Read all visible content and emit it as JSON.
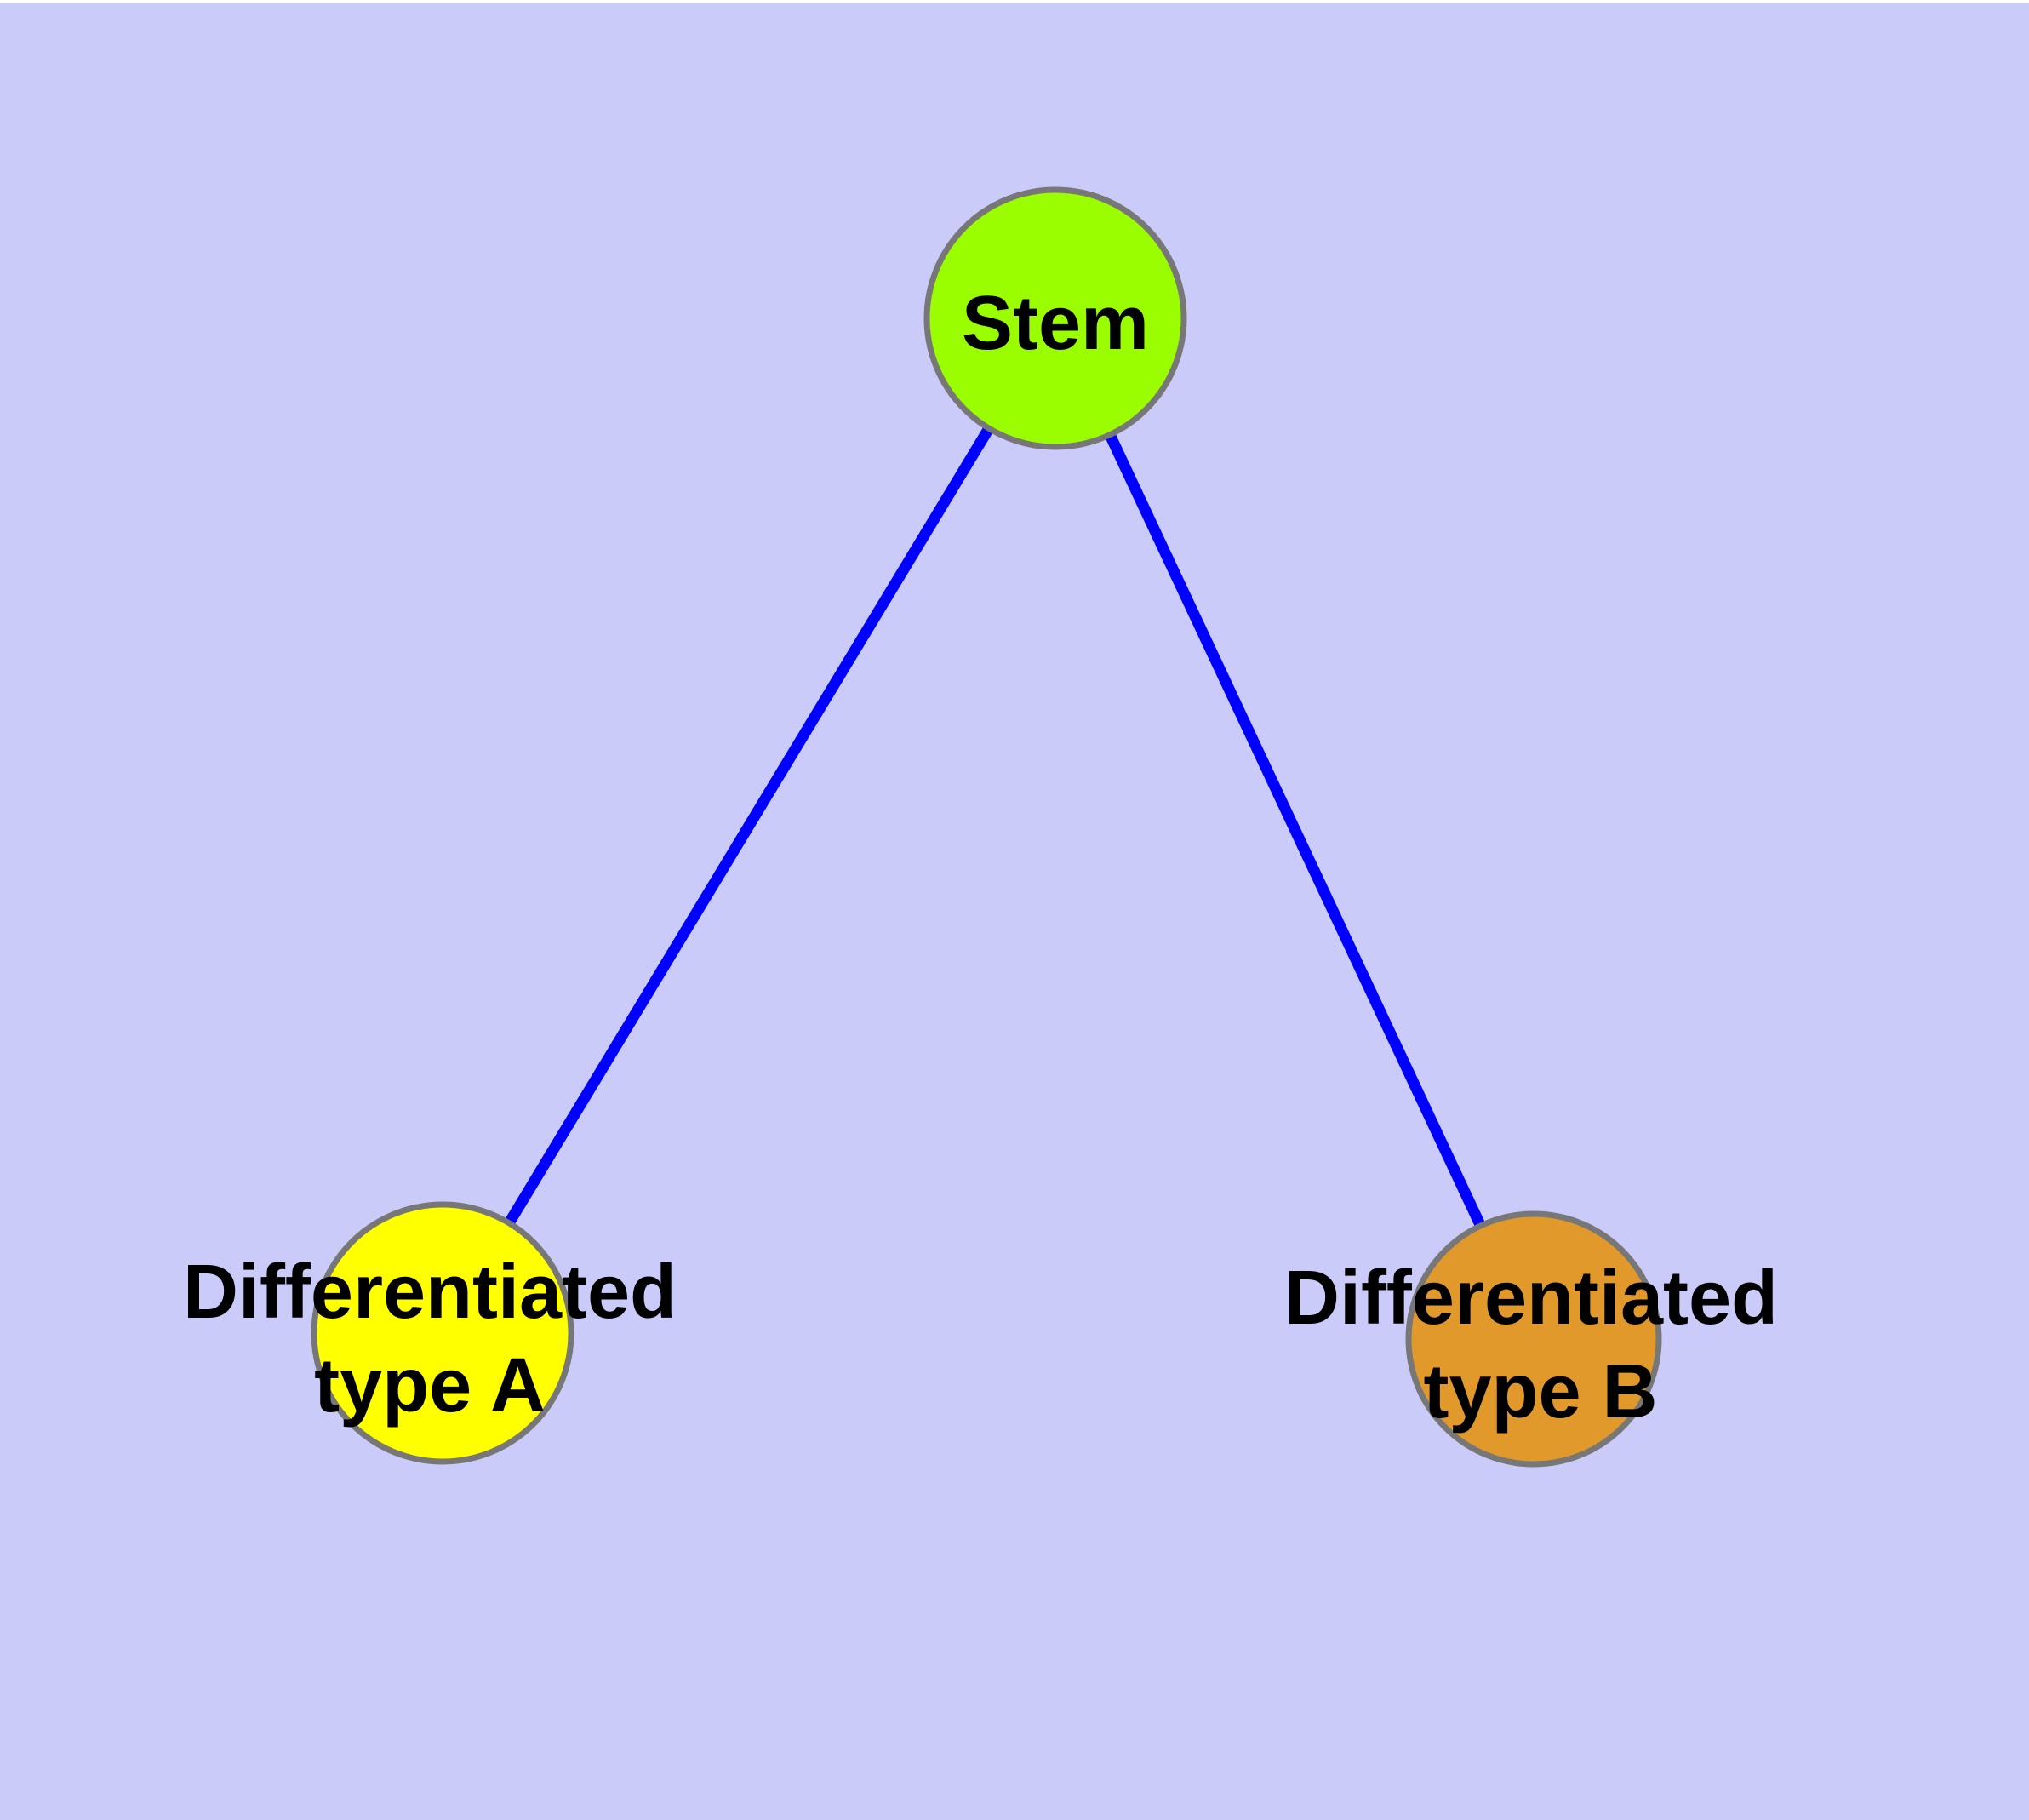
{
  "diagram": {
    "type": "graph",
    "background_color": "#CBCBF9",
    "top_margin_color": "#FFFFFF",
    "edge_color": "#0000FF",
    "node_border_color": "#777777",
    "text_color": "#000000",
    "nodes": [
      {
        "id": "stem",
        "label": "Stem",
        "color": "#9AFD00"
      },
      {
        "id": "differentiated-type-a",
        "label": "Differentiated type A",
        "label_lines": [
          "Differentiated",
          "type A"
        ],
        "color": "#FFFF00"
      },
      {
        "id": "differentiated-type-b",
        "label": "Differentiated type B",
        "label_lines": [
          "Differentiated",
          "type B"
        ],
        "color": "#E2992B"
      }
    ],
    "edges": [
      {
        "from": "Stem",
        "to": "Differentiated type A"
      },
      {
        "from": "Stem",
        "to": "Differentiated type B"
      }
    ]
  }
}
